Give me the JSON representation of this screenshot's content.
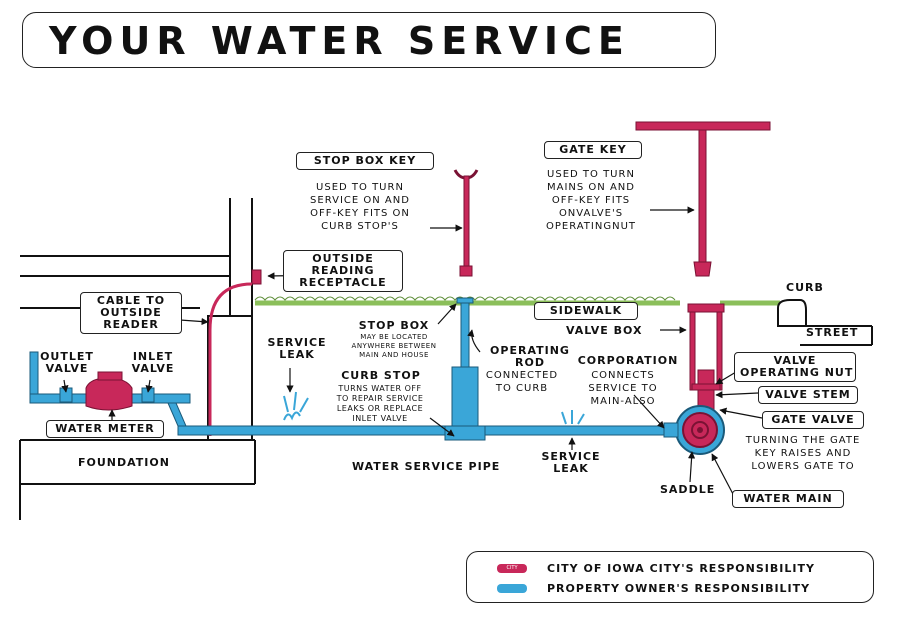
{
  "title": "YOUR WATER SERVICE",
  "colors": {
    "city": "#c8285a",
    "owner": "#3aa6d8",
    "grass": "#8bbf5a",
    "ink": "#111111"
  },
  "labels": {
    "stop_box_key": "STOP BOX KEY",
    "stop_box_key_desc": [
      "USED TO TURN",
      "SERVICE ON AND",
      "OFF-KEY FITS ON",
      "CURB STOP'S"
    ],
    "gate_key": "GATE KEY",
    "gate_key_desc": [
      "USED TO TURN",
      "MAINS ON AND",
      "OFF-KEY FITS",
      "ONVALVE'S",
      "OPERATINGNUT"
    ],
    "outside_reading": [
      "OUTSIDE",
      "READING",
      "RECEPTACLE"
    ],
    "cable_to_reader": [
      "CABLE TO",
      "OUTSIDE",
      "READER"
    ],
    "curb": "CURB",
    "street": "STREET",
    "sidewalk": "SIDEWALK",
    "valve_box": "VALVE BOX",
    "stop_box": "STOP BOX",
    "stop_box_desc": [
      "MAY BE LOCATED",
      "ANYWHERE BETWEEN",
      "MAIN AND HOUSE"
    ],
    "service_leak_1": [
      "SERVICE",
      "LEAK"
    ],
    "operating_rod": [
      "OPERATING",
      "ROD"
    ],
    "operating_rod_desc": [
      "CONNECTED",
      "TO CURB"
    ],
    "corporation": "CORPORATION",
    "corporation_desc": [
      "CONNECTS",
      "SERVICE TO",
      "MAIN-ALSO"
    ],
    "valve_operating_nut": [
      "VALVE",
      "OPERATING NUT"
    ],
    "valve_stem": "VALVE STEM",
    "gate_valve": "GATE VALVE",
    "gate_valve_desc": [
      "TURNING THE GATE",
      "KEY RAISES AND",
      "LOWERS GATE TO"
    ],
    "outlet_valve": [
      "OUTLET",
      "VALVE"
    ],
    "inlet_valve": [
      "INLET",
      "VALVE"
    ],
    "water_meter": "WATER METER",
    "curb_stop": "CURB STOP",
    "curb_stop_desc": [
      "TURNS WATER OFF",
      "TO REPAIR SERVICE",
      "LEAKS OR REPLACE",
      "INLET VALVE"
    ],
    "foundation": "FOUNDATION",
    "water_service_pipe": "WATER SERVICE PIPE",
    "service_leak_2": [
      "SERVICE",
      "LEAK"
    ],
    "saddle": "SADDLE",
    "water_main": "WATER MAIN"
  },
  "legend": {
    "city_tag": "CITY",
    "city": "CITY OF IOWA CITY'S RESPONSIBILITY",
    "owner": "PROPERTY OWNER'S RESPONSIBILITY"
  }
}
